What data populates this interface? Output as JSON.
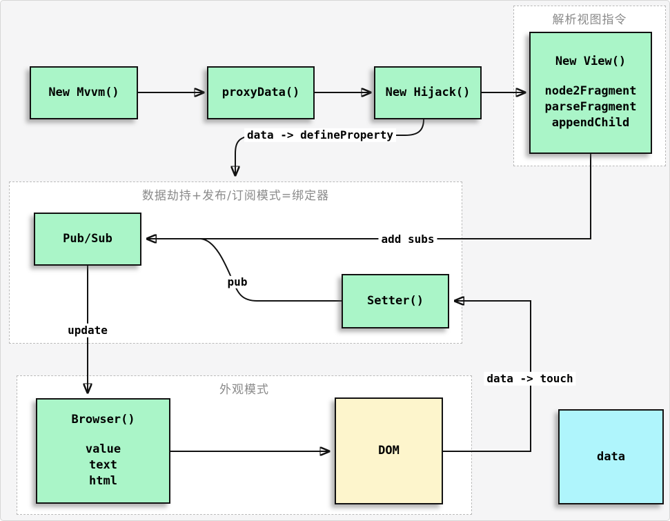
{
  "colors": {
    "canvas_bg": "#f5f5f6",
    "node_green": "#aaf5c8",
    "node_yellow": "#fdf5cc",
    "node_cyan": "#aff5fc",
    "container_label_gray": "#8a8a8a",
    "line_black": "#111111"
  },
  "containers": {
    "parse_view": {
      "label": "解析视图指令"
    },
    "binder": {
      "label": "数据劫持+发布/订阅模式=绑定器"
    },
    "facade": {
      "label": "外观模式"
    }
  },
  "nodes": {
    "new_mvvm": {
      "title": "New Mvvm()"
    },
    "proxy_data": {
      "title": "proxyData()"
    },
    "new_hijack": {
      "title": "New Hijack()"
    },
    "new_view": {
      "title": "New View()",
      "lines": [
        "node2Fragment",
        "parseFragment",
        "appendChild"
      ]
    },
    "pub_sub": {
      "title": "Pub/Sub"
    },
    "setter": {
      "title": "Setter()"
    },
    "browser": {
      "title": "Browser()",
      "lines": [
        "value",
        "text",
        "html"
      ]
    },
    "dom": {
      "title": "DOM"
    },
    "data": {
      "title": "data"
    }
  },
  "edge_labels": {
    "define_property": "data -> defineProperty",
    "add_subs": "add subs",
    "pub": "pub",
    "update": "update",
    "data_touch": "data -> touch"
  }
}
